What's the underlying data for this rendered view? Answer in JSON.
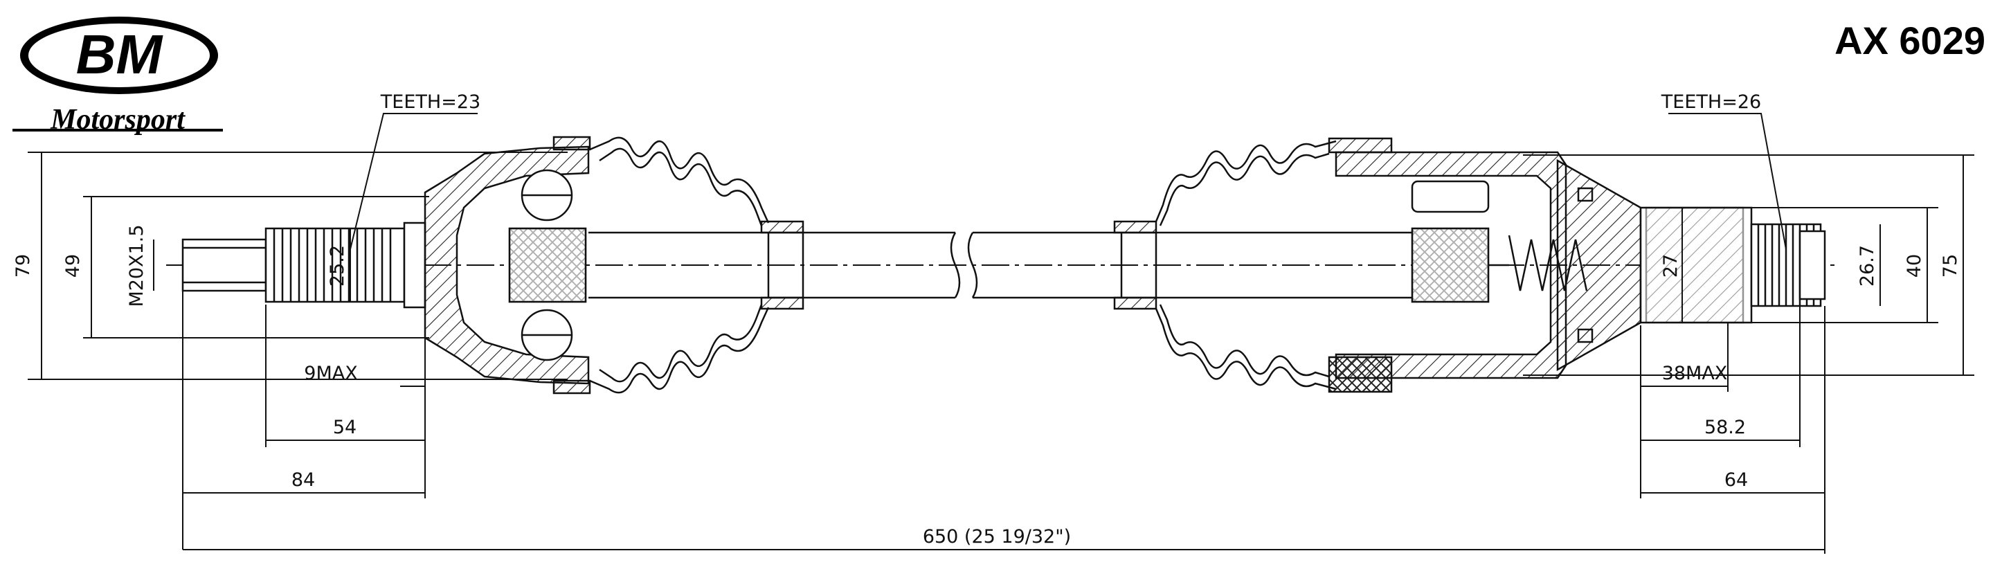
{
  "brand": {
    "logo_text": "BM",
    "tagline": "Motorsport"
  },
  "part_number": "AX 6029",
  "drawing": {
    "left_end": {
      "teeth_label": "TEETH=23",
      "thread_label": "M20X1.5",
      "spline_diameter": "25.2",
      "outer_diameter": "79",
      "shoulder_diameter": "49",
      "max_label": "9MAX",
      "length_1": "54",
      "length_2": "84"
    },
    "right_end": {
      "teeth_label": "TEETH=26",
      "seal_diameter": "27",
      "spline_diameter": "26.7",
      "shoulder_diameter": "40",
      "outer_diameter": "75",
      "max_label": "38MAX",
      "length_1": "58.2",
      "length_2": "64"
    },
    "overall_length": "650  (25 19/32\")"
  },
  "colors": {
    "line": "#111111",
    "background": "#ffffff"
  }
}
